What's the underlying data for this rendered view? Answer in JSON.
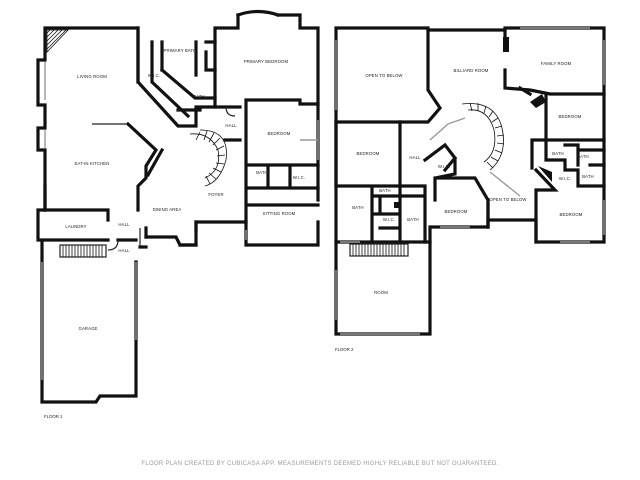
{
  "floor1": {
    "label": "FLOOR 1",
    "rooms": {
      "living_room": "LIVING ROOM",
      "eat_in_kitchen": "EAT-IN KITCHEN",
      "laundry": "LAUNDRY",
      "hall_lower": "HALL",
      "hall_upper": "HALL",
      "dining_area": "DINING AREA",
      "foyer": "FOYER",
      "garage": "GARAGE",
      "wic": "W.I.C.",
      "primary_bath": "PRIMARY BATH",
      "bath_small": "BATH",
      "primary_bedroom": "PRIMARY BEDROOM",
      "bedroom": "BEDROOM",
      "bath": "BATH",
      "wic_2": "W.I.C.",
      "sitting_room": "SITTING ROOM"
    }
  },
  "floor2": {
    "label": "FLOOR 2",
    "rooms": {
      "open_to_below_1": "OPEN TO BELOW",
      "billiard_room": "BILLIARD ROOM",
      "family_room": "FAMILY ROOM",
      "bedroom_left": "BEDROOM",
      "hall": "HALL",
      "wic_center": "W.I.C.",
      "bedroom_right_top": "BEDROOM",
      "bath_right_1": "BATH",
      "bath_right_2": "BATH",
      "wic_right": "W.I.C.",
      "bath_left_top": "BATH",
      "bath_left": "BATH",
      "wic_left": "W.I.C.",
      "bath_center": "BATH",
      "bedroom_center": "BEDROOM",
      "open_to_below_2": "OPEN TO BELOW",
      "bedroom_right_bottom": "BEDROOM",
      "room": "ROOM"
    }
  },
  "footer": "FLOOR PLAN CREATED BY CUBICASA APP. MEASUREMENTS DEEMED HIGHLY RELIABLE BUT NOT GUARANTEED."
}
